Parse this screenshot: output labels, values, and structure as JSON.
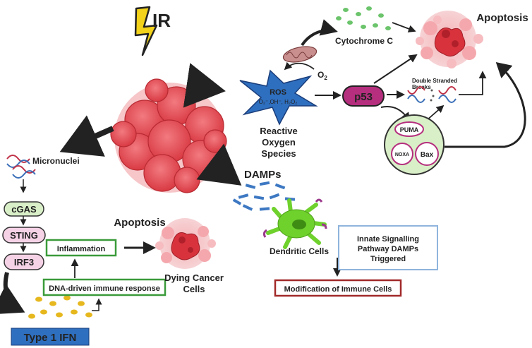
{
  "title_ir": "IR",
  "labels": {
    "cytochrome": "Cytochrome C",
    "apoptosis_top": "Apoptosis",
    "o2": "O",
    "o2_sub": "2",
    "ros_title": "ROS",
    "ros_formula": "O₂⁻,OH⁻, H₂O₂",
    "ros_caption_1": "Reactive",
    "ros_caption_2": "Oxygen",
    "ros_caption_3": "Species",
    "p53": "p53",
    "dsb_1": "Double Stranded",
    "dsb_2": "Breaks",
    "puma": "PUMA",
    "noxa": "NOXA",
    "bax": "Bax",
    "micronuclei": "Micronuclei",
    "cgas": "cGAS",
    "sting": "STING",
    "irf3": "IRF3",
    "type1ifn": "Type 1 IFN",
    "inflammation": "Inflammation",
    "dna_immune": "DNA-driven immune response",
    "apoptosis_mid": "Apoptosis",
    "dying_1": "Dying Cancer",
    "dying_2": "Cells",
    "damps": "DAMPs",
    "dendritic": "Dendritic Cells",
    "innate_1": "Innate Signalling",
    "innate_2": "Pathway DAMPs",
    "innate_3": "Triggered",
    "modification": "Modification of Immune Cells"
  },
  "colors": {
    "lightning": "#f2d21a",
    "tumor": "#e8464e",
    "ros_star": "#2f6fbf",
    "p53": "#b52f7e",
    "green_box": "#3a9b3a",
    "pink_node": "#f6d2e6",
    "green_node": "#d9efc8",
    "ifn": "#2f6fbf",
    "damp": "#3d78c2",
    "dendritic": "#6fd12c",
    "red_box": "#a22a2a",
    "innate_box": "#8fb4dc",
    "cyto_dots": "#6bc46b",
    "ifn_dots": "#e6b81e"
  }
}
